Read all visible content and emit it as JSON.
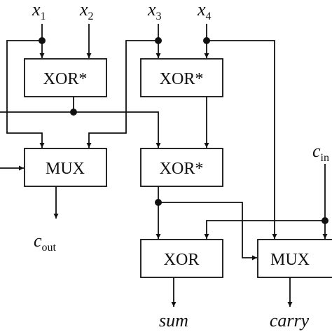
{
  "inputs": {
    "x1": "x",
    "x1_sub": "1",
    "x2": "x",
    "x2_sub": "2",
    "x3": "x",
    "x3_sub": "3",
    "x4": "x",
    "x4_sub": "4",
    "cin": "c",
    "cin_sub": "in"
  },
  "blocks": {
    "xor_a": "XOR*",
    "xor_b": "XOR*",
    "mux_left": "MUX",
    "xor_c": "XOR*",
    "xor_out": "XOR",
    "mux_right": "MUX"
  },
  "outputs": {
    "cout": "c",
    "cout_sub": "out",
    "sum": "sum",
    "carry": "carry"
  }
}
